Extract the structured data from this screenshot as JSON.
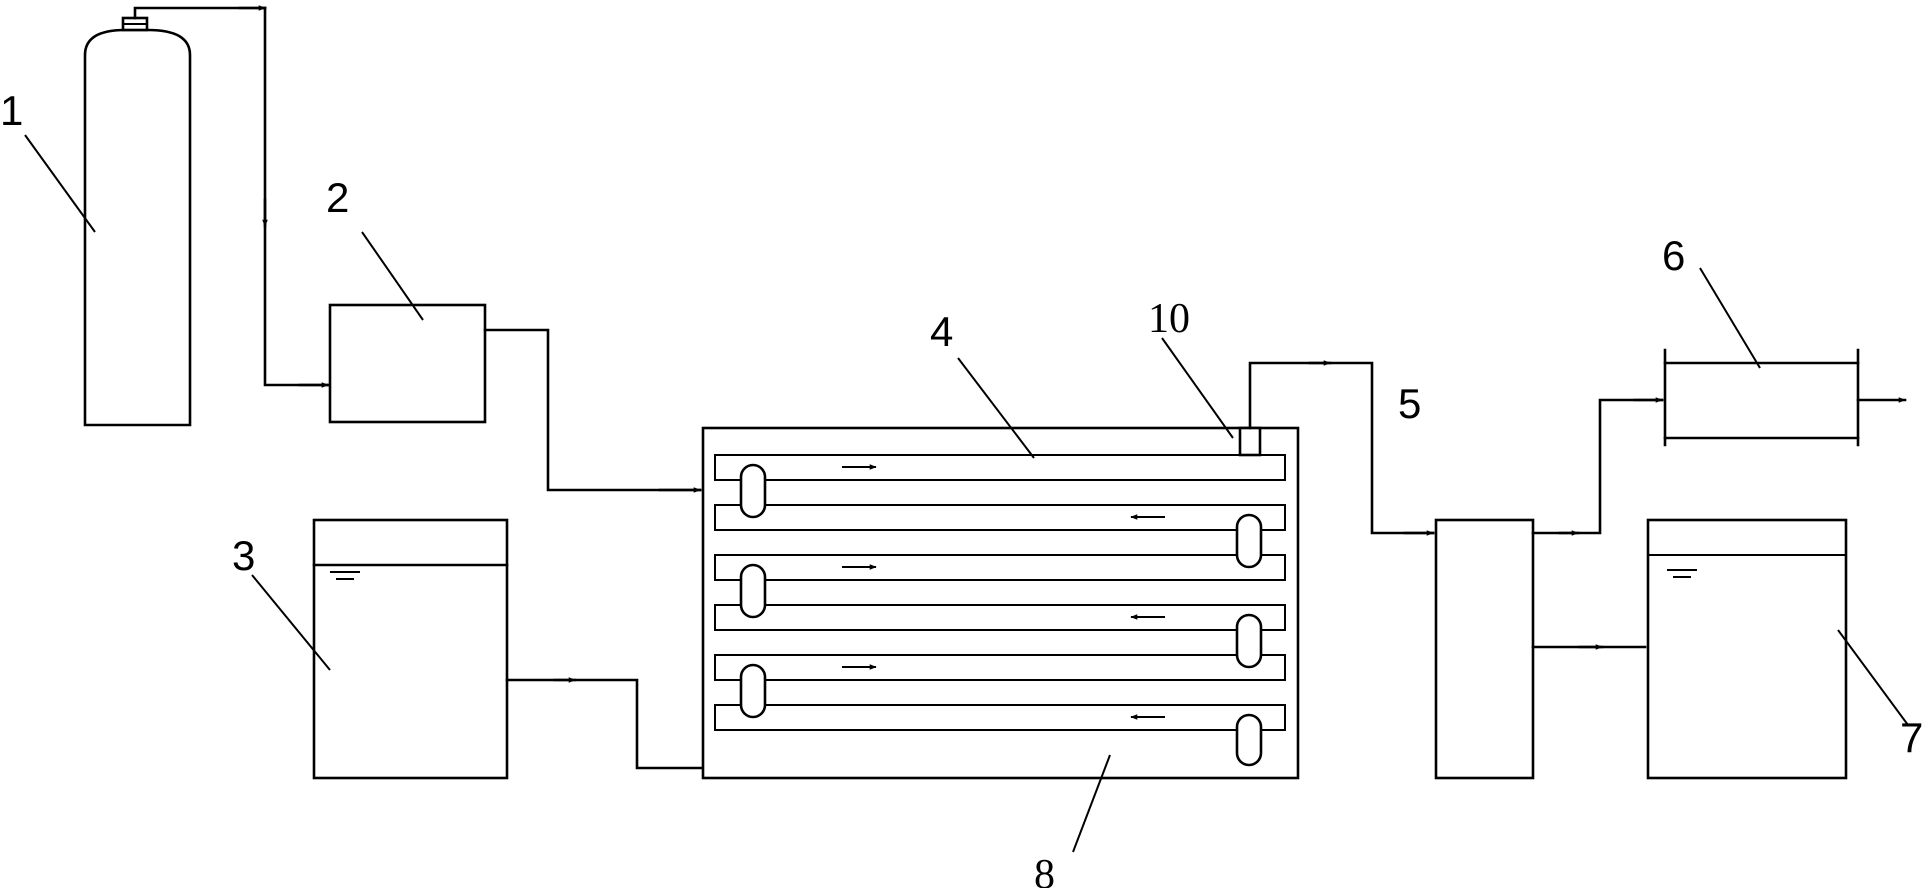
{
  "labels": {
    "gas_cylinder": "1",
    "unit_2": "2",
    "tank_3": "3",
    "reactor_4": "4",
    "unit_5": "5",
    "filter_6": "6",
    "tank_7": "7",
    "part_8": "8",
    "part_10": "10"
  }
}
